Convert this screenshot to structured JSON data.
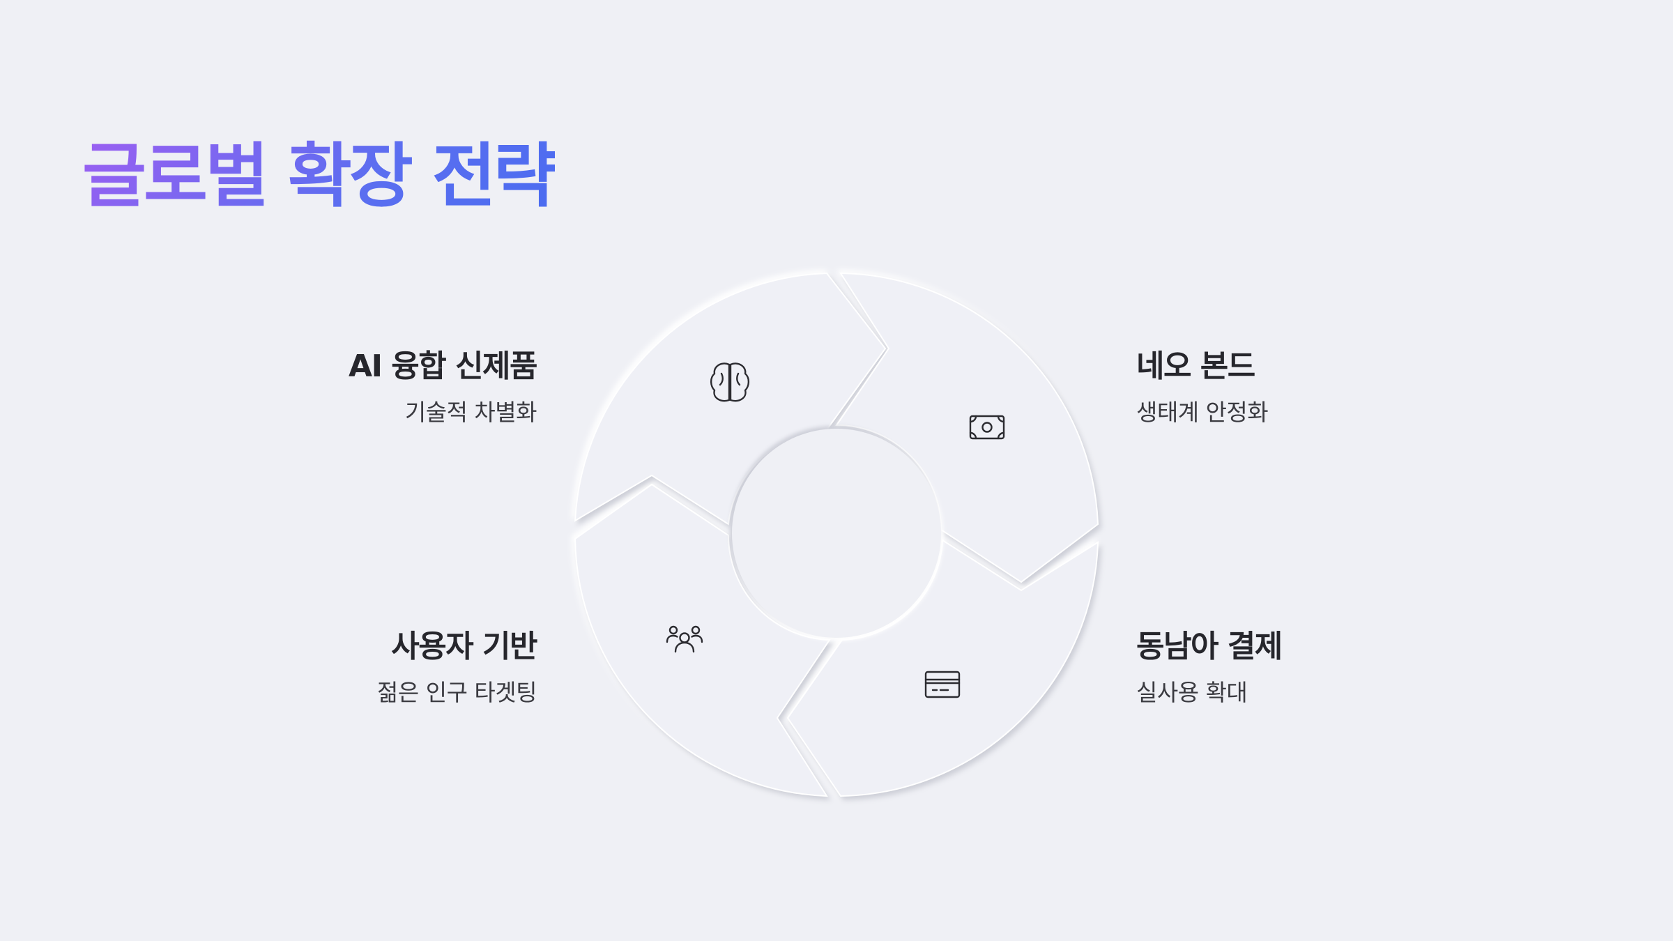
{
  "title": "글로벌 확장 전략",
  "segments": [
    {
      "id": "ai",
      "heading": "AI 융합 신제품",
      "sub": "기술적 차별화",
      "icon": "brain-icon"
    },
    {
      "id": "neo",
      "heading": "네오 본드",
      "sub": "생태계 안정화",
      "icon": "banknote-icon"
    },
    {
      "id": "sea",
      "heading": "동남아 결제",
      "sub": "실사용 확대",
      "icon": "credit-card-icon"
    },
    {
      "id": "users",
      "heading": "사용자 기반",
      "sub": "젊은 인구 타겟팅",
      "icon": "users-icon"
    }
  ],
  "colors": {
    "background": "#eff0f5",
    "title_gradient_start": "#9b5ff1",
    "title_gradient_end": "#4a6cf0",
    "heading_text": "#26262c",
    "sub_text": "#3a3a40",
    "icon_stroke": "#2b2b30"
  }
}
